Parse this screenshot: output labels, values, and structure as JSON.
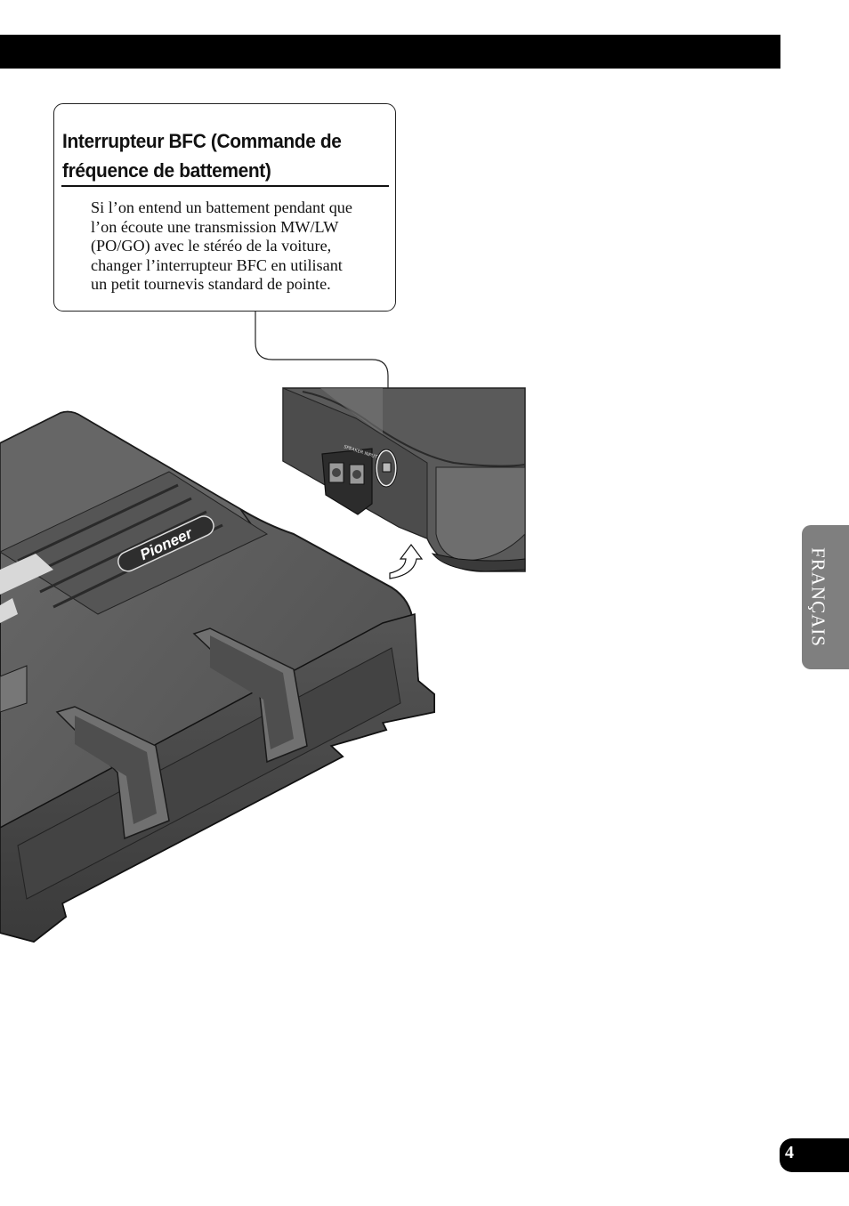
{
  "callout": {
    "title_line1": "Interrupteur BFC (Commande de",
    "title_line2": "fréquence de battement)",
    "body_lines": [
      "Si l’on entend un battement pendant que",
      "l’on écoute une transmission MW/LW",
      "(PO/GO) avec le stéréo de la voiture,",
      "changer l’interrupteur BFC en utilisant",
      "un petit tournevis standard de pointe."
    ]
  },
  "illustration": {
    "brand_logo": "Pioneer",
    "panel_label": "SPEAKER INPUT",
    "switch_icon": "bfc-switch-icon",
    "arrow_icon": "curved-up-arrow-icon"
  },
  "side_tab": {
    "language": "FRANÇAIS"
  },
  "footer": {
    "page_number": "4"
  },
  "colors": {
    "bar": "#000000",
    "tab": "#7f7f7f",
    "device": "#5c5c5c"
  }
}
